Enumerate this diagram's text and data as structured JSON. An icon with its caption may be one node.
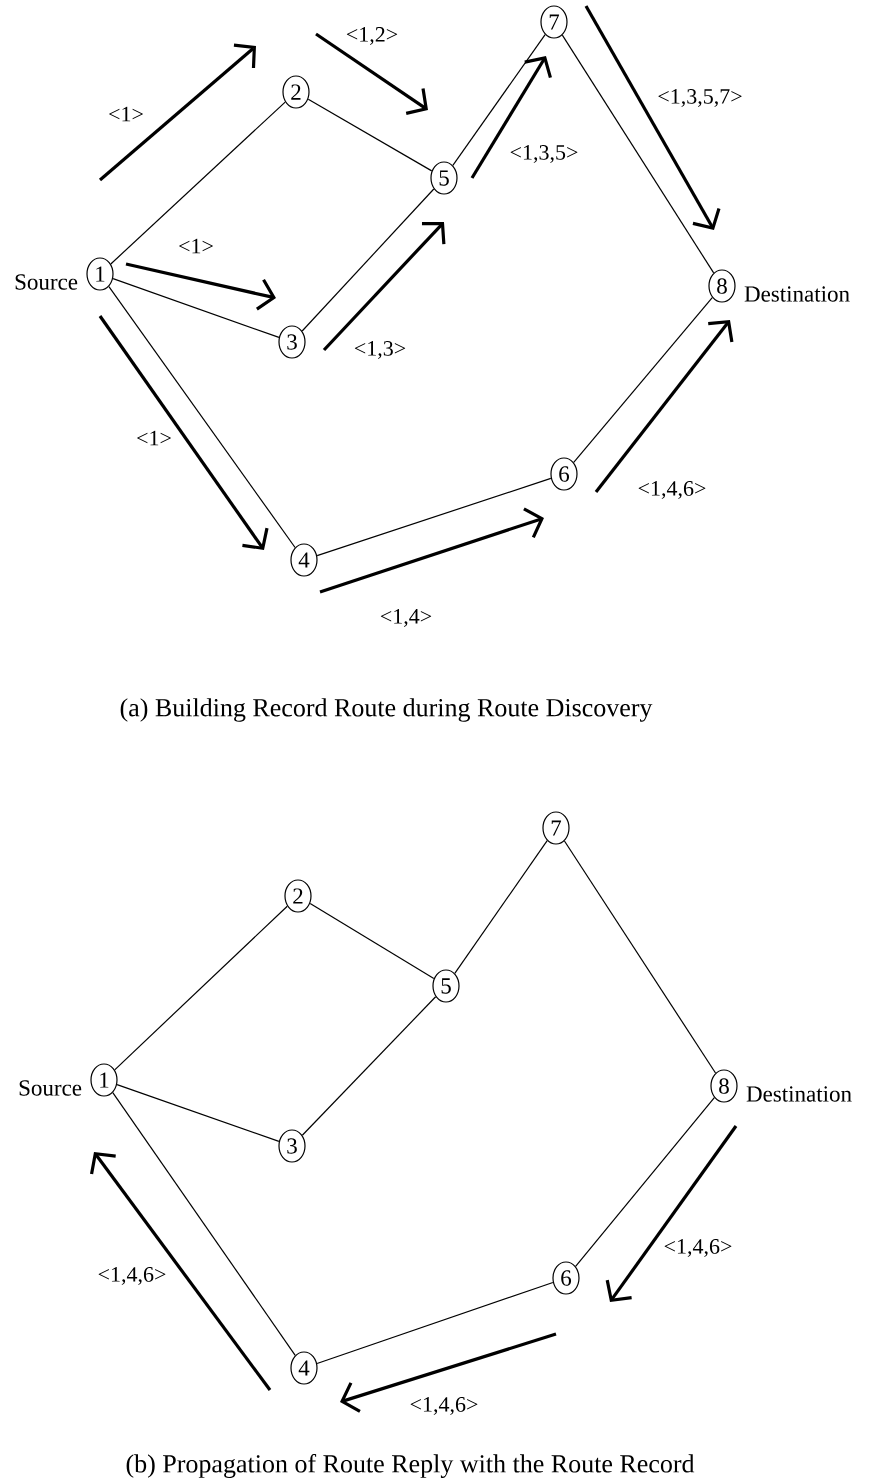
{
  "diagram": {
    "nodes": [
      {
        "text": [
          "1"
        ],
        "beside": [
          "Source"
        ]
      },
      {
        "text": [
          "2"
        ]
      },
      {
        "text": [
          "3"
        ]
      },
      {
        "text": [
          "4"
        ]
      },
      {
        "text": [
          "5"
        ]
      },
      {
        "text": [
          "6"
        ]
      },
      {
        "text": [
          "7"
        ]
      },
      {
        "text": [
          "8"
        ],
        "beside": [
          "Destination"
        ]
      },
      {
        "text": [
          "1"
        ],
        "beside": [
          "Source"
        ]
      },
      {
        "text": [
          "2"
        ]
      },
      {
        "text": [
          "3"
        ]
      },
      {
        "text": [
          "4"
        ]
      },
      {
        "text": [
          "5"
        ]
      },
      {
        "text": [
          "6"
        ]
      },
      {
        "text": [
          "7"
        ]
      },
      {
        "text": [
          "8"
        ],
        "beside": [
          "Destination"
        ]
      }
    ],
    "edges": [
      {
        "from": 0,
        "to": 1,
        "arrow": "none"
      },
      {
        "from": 0,
        "to": 2,
        "arrow": "none"
      },
      {
        "from": 0,
        "to": 3,
        "arrow": "none"
      },
      {
        "from": 1,
        "to": 4,
        "arrow": "none"
      },
      {
        "from": 2,
        "to": 4,
        "arrow": "none"
      },
      {
        "from": 4,
        "to": 6,
        "arrow": "none"
      },
      {
        "from": 6,
        "to": 7,
        "arrow": "none"
      },
      {
        "from": 3,
        "to": 5,
        "arrow": "none"
      },
      {
        "from": 5,
        "to": 7,
        "arrow": "none"
      },
      {
        "from": 8,
        "to": 9,
        "arrow": "none"
      },
      {
        "from": 8,
        "to": 10,
        "arrow": "none"
      },
      {
        "from": 8,
        "to": 11,
        "arrow": "none"
      },
      {
        "from": 9,
        "to": 12,
        "arrow": "none"
      },
      {
        "from": 10,
        "to": 12,
        "arrow": "none"
      },
      {
        "from": 12,
        "to": 14,
        "arrow": "none"
      },
      {
        "from": 14,
        "to": 15,
        "arrow": "none"
      },
      {
        "from": 11,
        "to": 13,
        "arrow": "none"
      },
      {
        "from": 13,
        "to": 15,
        "arrow": "none"
      }
    ],
    "labels": [
      "<1>",
      "<1,2>",
      "<1,3,5,7>",
      "<1,3,5>",
      "<1>",
      "<1,3>",
      "<1>",
      "<1,4,6>",
      "<1,4>",
      "(a) Building Record Route during Route Discovery",
      "<1,4,6>",
      "<1,4,6>",
      "<1,4,6>",
      "(b) Propagation of Route Reply with the Route Record"
    ]
  }
}
